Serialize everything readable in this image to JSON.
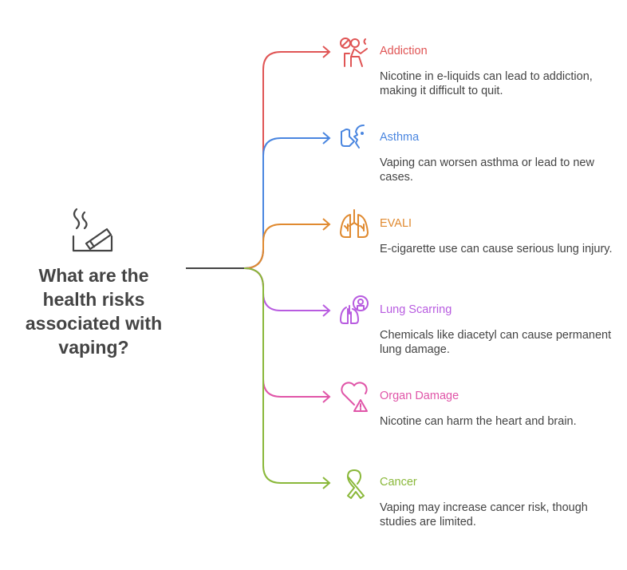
{
  "title": "What are the health risks associated with vaping?",
  "items": [
    {
      "title": "Addiction",
      "desc": "Nicotine in e-liquids can lead to addiction, making it difficult to quit.",
      "color": "#e05555",
      "icon": "person-smoking-icon"
    },
    {
      "title": "Asthma",
      "desc": "Vaping can worsen asthma or lead to new cases.",
      "color": "#4a86e0",
      "icon": "inhaler-icon"
    },
    {
      "title": "EVALI",
      "desc": "E-cigarette use can cause serious lung injury.",
      "color": "#e08a30",
      "icon": "lungs-icon"
    },
    {
      "title": "Lung Scarring",
      "desc": "Chemicals like diacetyl can cause permanent lung damage.",
      "color": "#b85ce0",
      "icon": "lung-scan-icon"
    },
    {
      "title": "Organ Damage",
      "desc": "Nicotine can harm the heart and brain.",
      "color": "#e055a8",
      "icon": "heart-warning-icon"
    },
    {
      "title": "Cancer",
      "desc": "Vaping may increase cancer risk, though studies are limited.",
      "color": "#8ab83a",
      "icon": "ribbon-icon"
    }
  ]
}
